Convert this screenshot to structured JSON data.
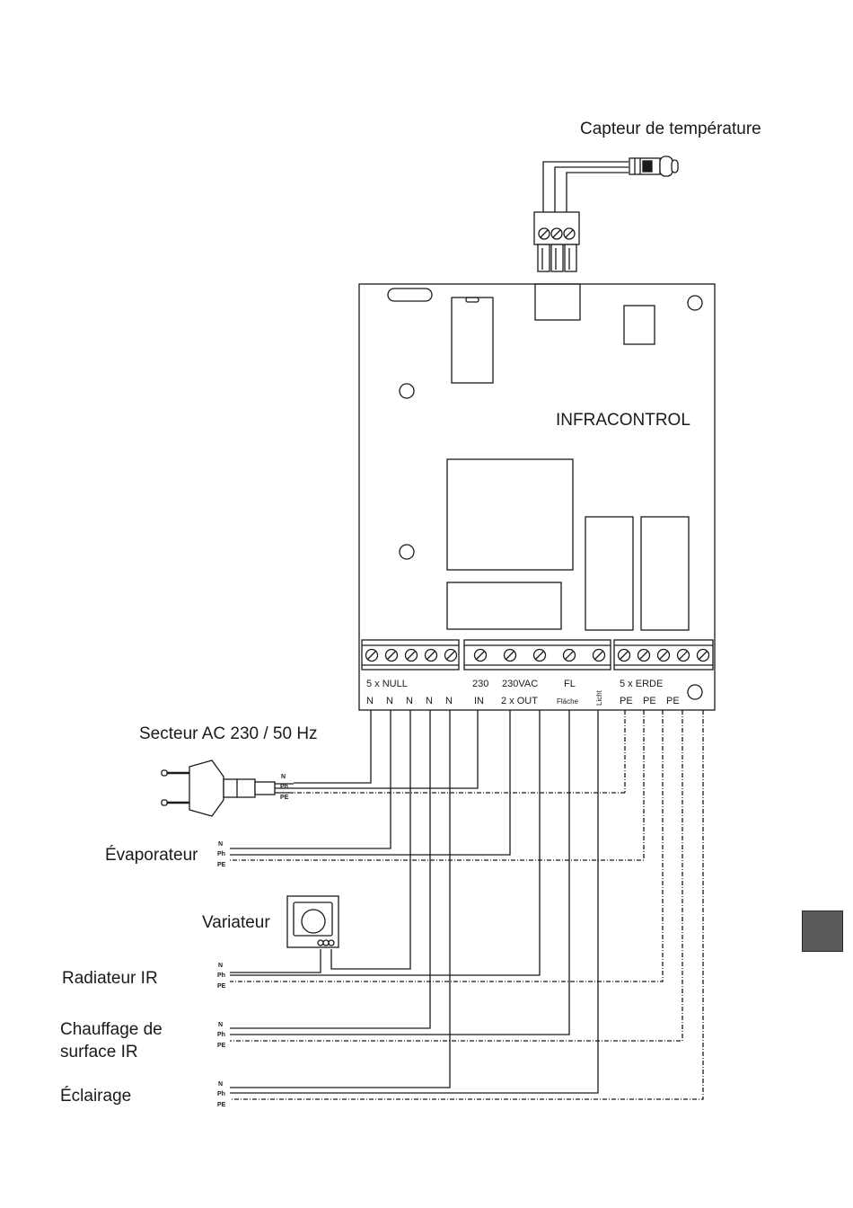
{
  "labels": {
    "sensor": "Capteur de température",
    "board": "INFRACONTROL",
    "mains": "Secteur AC 230 / 50 Hz",
    "evaporator": "Évaporateur",
    "dimmer": "Variateur",
    "radiator": "Radiateur IR",
    "surface_line1": "Chauffage de",
    "surface_line2": "surface IR",
    "lighting": "Éclairage"
  },
  "terminals": {
    "null_group": "5 x NULL",
    "n": "N",
    "in_top": "230",
    "in_bottom": "IN",
    "out_top": "230VAC",
    "out_bottom": "2 x OUT",
    "fl_top": "FL",
    "fl_bottom": "Fläche",
    "licht": "Licht",
    "erde_group": "5 x ERDE",
    "pe": "PE"
  },
  "wire_codes": {
    "n": "N",
    "ph": "Ph",
    "pe": "PE"
  }
}
